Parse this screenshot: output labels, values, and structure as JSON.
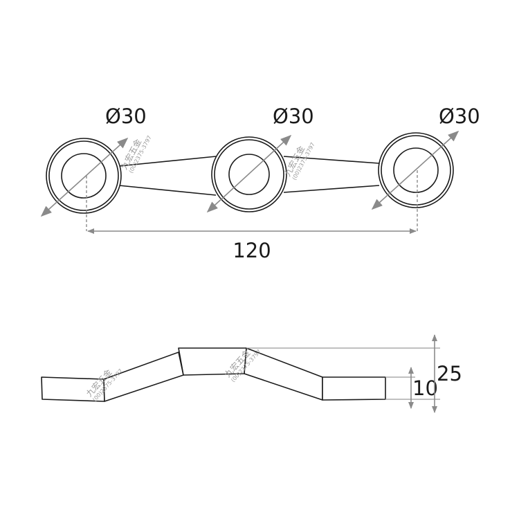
{
  "drawing": {
    "top_view": {
      "rings": [
        {
          "diameter_label": "Ø30"
        },
        {
          "diameter_label": "Ø30"
        },
        {
          "diameter_label": "Ø30"
        }
      ],
      "span_label": "120"
    },
    "side_view": {
      "height_label": "25",
      "thickness_label": "10"
    },
    "watermark": {
      "brand": "九宏五金",
      "phone": "(00)2375-3797"
    },
    "colors": {
      "line": "#1a1a1a",
      "dimension": "#8a8a8a",
      "watermark": "#9a9a9a"
    }
  }
}
